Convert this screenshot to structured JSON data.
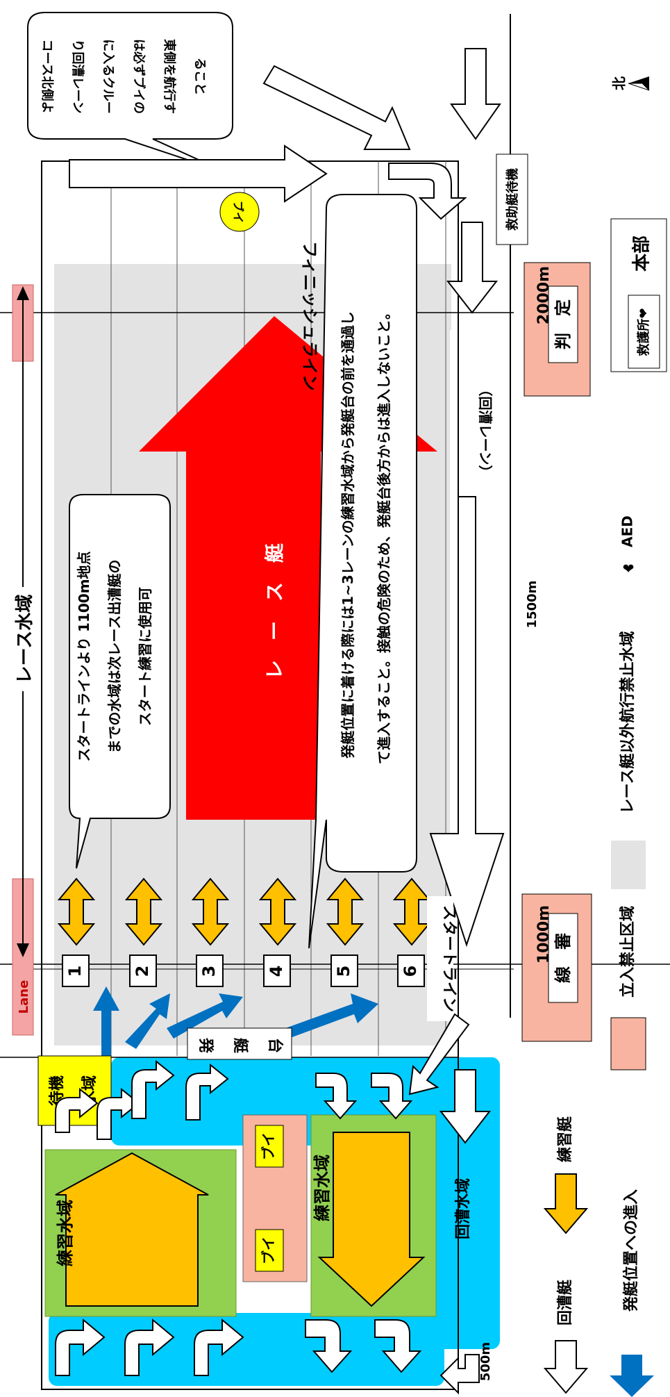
{
  "title": "レース水域",
  "lane_label": "Lane",
  "lanes": [
    "1",
    "2",
    "3",
    "4",
    "5",
    "6"
  ],
  "distances": {
    "d500": "500m",
    "d1000": "1000m",
    "d1500": "1500m",
    "d2000": "2000m"
  },
  "boxes": {
    "senshin": "線　審",
    "hantei": "判　定"
  },
  "labels": {
    "finish_line": "フィニッシュライン",
    "start_line": "スタートライン",
    "race_boat": "レ　ー　ス　艇",
    "return_lane": "（回漕レーン）",
    "return_water": "回漕水域",
    "practice_water_1": "練習水域",
    "practice_water_2": "練習水域",
    "waiting_water": [
      "待機",
      "水域"
    ],
    "start_pontoon": [
      "発",
      "艇",
      "台"
    ],
    "buoy": "ブイ",
    "rescue_wait": "救助艇待機"
  },
  "notes": {
    "north_side": [
      "コース北側よ",
      "り回漕レーン",
      "に入るクルー",
      "は必ずブイの",
      "東側を航行す",
      "ること"
    ],
    "start_practice": [
      "スタートラインより 1100m地点",
      "までの水域は次レース出漕艇の",
      "スタート練習に使用可"
    ],
    "start_position": [
      "発艇位置に着ける際には1~3レーンの練習水域から発艇台の前を通過し",
      "て進入すること。接触の危険のため、発艇台後方からは進入しないこと。"
    ]
  },
  "legend": {
    "return_boat": "回漕艇",
    "practice_boat": "練習艇",
    "enter_start": "発艇位置への進入",
    "no_entry": "立入禁止区域",
    "race_only": "レース艇以外航行禁止水域",
    "aed": "AED"
  },
  "facilities": {
    "hq": "本部",
    "first_aid": "救護所❤",
    "north": "北"
  },
  "colors": {
    "race_arrow": "#ff0000",
    "practice_arrow": "#ffc000",
    "water_blue": "#00ccff",
    "practice_green": "#92d050",
    "no_entry_pink": "#f8b4a0",
    "lane_pink": "#f4a4a4",
    "gray_zone": "#e3e3e3",
    "entry_arrow": "#0070c0",
    "buoy_yellow": "#ffff00"
  }
}
